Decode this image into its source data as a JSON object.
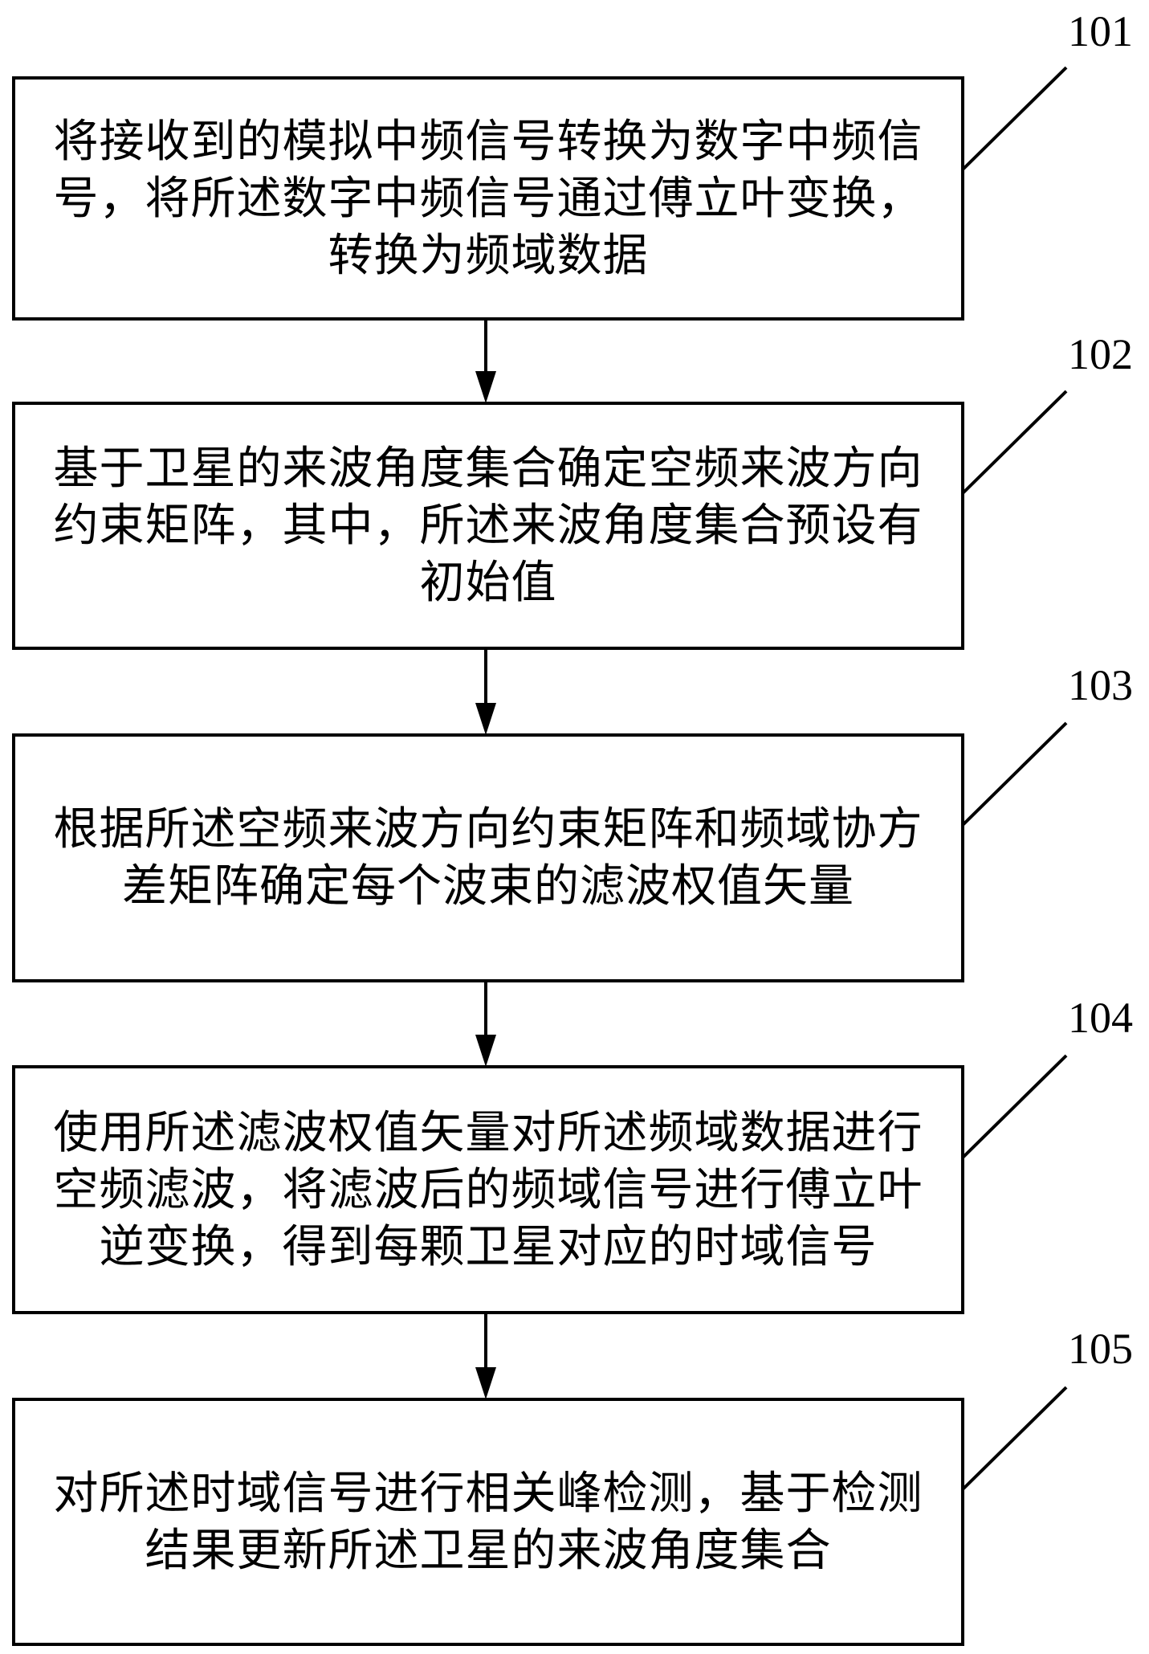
{
  "diagram": {
    "type": "flowchart",
    "colors": {
      "line": "#000000",
      "background": "#ffffff",
      "text": "#000000"
    },
    "steps": [
      {
        "id": "101",
        "label": "101",
        "text": "将接收到的模拟中频信号转换为数字中频信号，将所述数字中频信号通过傅立叶变换，转换为频域数据"
      },
      {
        "id": "102",
        "label": "102",
        "text": "基于卫星的来波角度集合确定空频来波方向约束矩阵，其中，所述来波角度集合预设有初始值"
      },
      {
        "id": "103",
        "label": "103",
        "text": "根据所述空频来波方向约束矩阵和频域协方差矩阵确定每个波束的滤波权值矢量"
      },
      {
        "id": "104",
        "label": "104",
        "text": "使用所述滤波权值矢量对所述频域数据进行空频滤波，将滤波后的频域信号进行傅立叶逆变换，得到每颗卫星对应的时域信号"
      },
      {
        "id": "105",
        "label": "105",
        "text": "对所述时域信号进行相关峰检测，基于检测结果更新所述卫星的来波角度集合"
      }
    ],
    "edges": [
      {
        "from": "101",
        "to": "102"
      },
      {
        "from": "102",
        "to": "103"
      },
      {
        "from": "103",
        "to": "104"
      },
      {
        "from": "104",
        "to": "105"
      }
    ]
  }
}
